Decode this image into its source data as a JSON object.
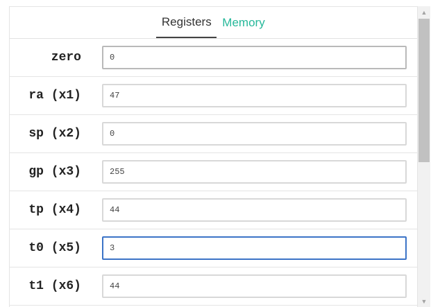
{
  "tabs": {
    "registers": "Registers",
    "memory": "Memory",
    "active": "registers"
  },
  "registers": [
    {
      "label": "zero",
      "value": "0"
    },
    {
      "label": "ra (x1)",
      "value": "47"
    },
    {
      "label": "sp (x2)",
      "value": "0"
    },
    {
      "label": "gp (x3)",
      "value": "255"
    },
    {
      "label": "tp (x4)",
      "value": "44"
    },
    {
      "label": "t0 (x5)",
      "value": "3"
    },
    {
      "label": "t1 (x6)",
      "value": "44"
    }
  ],
  "icons": {
    "scroll_up": "scroll-up-arrow-icon",
    "scroll_down": "scroll-down-arrow-icon"
  },
  "colors": {
    "memory_tab": "#26b89a",
    "focus_border": "#3b73c7"
  }
}
